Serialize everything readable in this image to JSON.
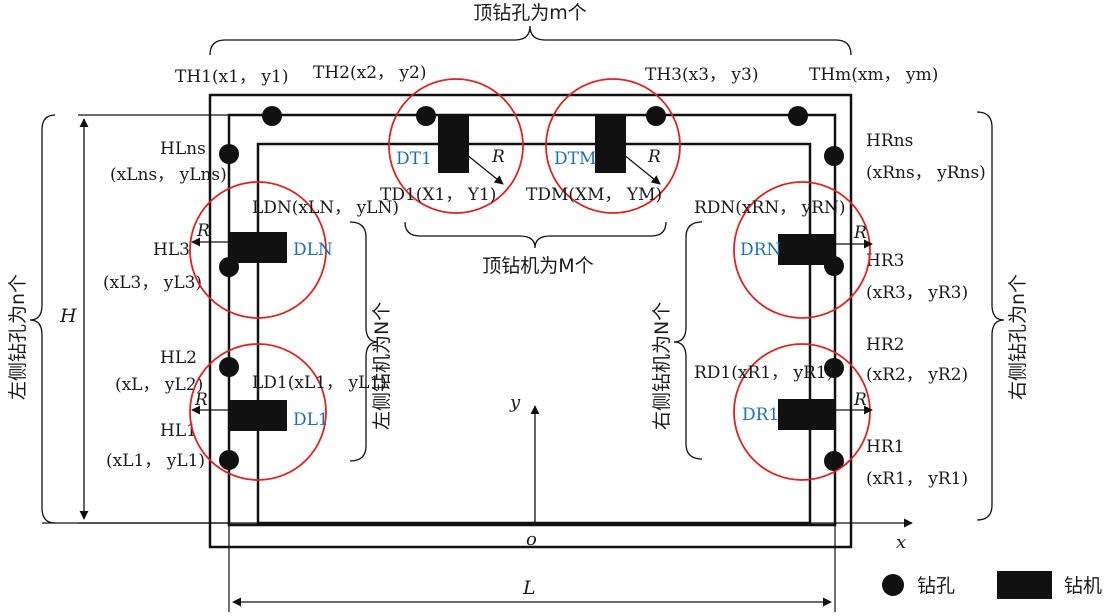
{
  "top_holes": {
    "count_label": "顶钻孔为m个",
    "labels": [
      "TH1(x1， y1)",
      "TH2(x2， y2)",
      "TH3(x3， y3)",
      "THm(xm， ym)"
    ]
  },
  "top_drills": {
    "count_label": "顶钻机为M个",
    "ids": [
      "DT1",
      "DTM"
    ],
    "coords": [
      "TD1(X1， Y1)",
      "TDM(XM， YM)"
    ]
  },
  "left_holes": {
    "count_label": "左侧钻孔为n个",
    "labels": [
      "HLns",
      "HL3",
      "HL2",
      "HL1"
    ],
    "coords": [
      "(xLns， yLns)",
      "(xL3， yL3)",
      "(xL， yL2)",
      "(xL1， yL1)"
    ]
  },
  "left_drills": {
    "count_label": "左侧钻机为N个",
    "ids": [
      "DLN",
      "DL1"
    ],
    "coords": [
      "LDN(xLN， yLN)",
      "LD1(xL1， yL1)"
    ]
  },
  "right_holes": {
    "count_label": "右侧钻孔为n个",
    "labels": [
      "HRns",
      "HR3",
      "HR2",
      "HR1"
    ],
    "coords": [
      "(xRns， yRns)",
      "(xR3， yR3)",
      "(xR2， yR2)",
      "(xR1， yR1)"
    ]
  },
  "right_drills": {
    "count_label": "右侧钻机为N个",
    "ids": [
      "DRN",
      "DR1"
    ],
    "coords": [
      "RDN(xRN， yRN)",
      "RD1(xR1， yR1)"
    ]
  },
  "axes": {
    "x": "x",
    "y": "y",
    "origin": "o"
  },
  "dimensions": {
    "height": "H",
    "length": "L",
    "radius": "R"
  },
  "legend": {
    "hole": "钻孔",
    "drill": "钻机"
  },
  "colors": {
    "circle": "#dd2222",
    "drill_id": "#1f6fb5",
    "ink": "#111111"
  }
}
